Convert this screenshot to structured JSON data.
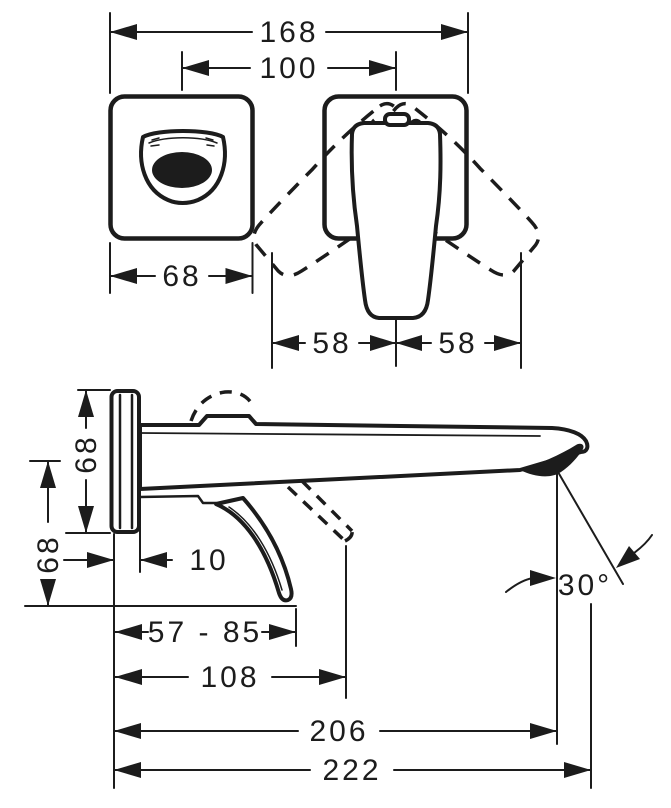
{
  "drawing_type": "faucet installation dimension drawing",
  "front_view": {
    "overall_width": "168",
    "center_distance": "100",
    "plate_width": "68",
    "handle_swing_left": "58",
    "handle_swing_right": "58"
  },
  "side_view": {
    "plate_height": "68",
    "outlet_clearance": "68",
    "plate_depth": "10",
    "lever_range": "57 - 85",
    "lever_reach": "108",
    "aerator_reach": "206",
    "spout_length": "222",
    "stream_angle": "30°"
  },
  "colors": {
    "ink": "#1c1c1c",
    "background": "#ffffff"
  }
}
